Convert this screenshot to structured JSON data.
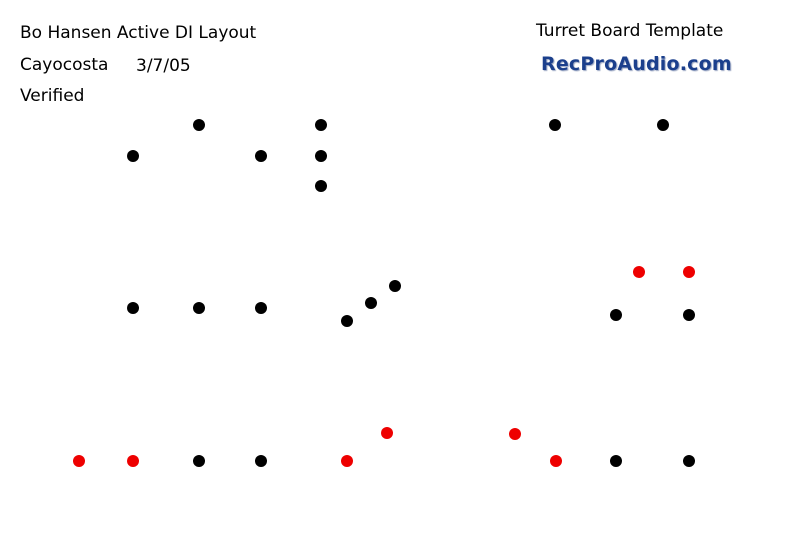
{
  "header": {
    "title": "Bo Hansen Active DI Layout",
    "location": "Cayocosta",
    "date": "3/7/05",
    "status": "Verified",
    "template_label": "Turret Board Template",
    "brand": "RecProAudio.com"
  },
  "colors": {
    "turret_default": "#000000",
    "turret_highlight": "#ee0000",
    "brand": "#1b3f8c"
  },
  "turrets": [
    {
      "id": "t1",
      "color": "black"
    },
    {
      "id": "t2",
      "color": "black"
    },
    {
      "id": "t3",
      "color": "black"
    },
    {
      "id": "t4",
      "color": "black"
    },
    {
      "id": "t5",
      "color": "black"
    },
    {
      "id": "t6",
      "color": "black"
    },
    {
      "id": "t7",
      "color": "black"
    },
    {
      "id": "t8",
      "color": "black"
    },
    {
      "id": "t9",
      "color": "black"
    },
    {
      "id": "t10",
      "color": "red"
    },
    {
      "id": "t11",
      "color": "red"
    },
    {
      "id": "t12",
      "color": "black"
    },
    {
      "id": "t13",
      "color": "black"
    },
    {
      "id": "t14",
      "color": "black"
    },
    {
      "id": "t15",
      "color": "black"
    },
    {
      "id": "t16",
      "color": "black"
    },
    {
      "id": "t17",
      "color": "black"
    },
    {
      "id": "t18",
      "color": "black"
    },
    {
      "id": "t19",
      "color": "red"
    },
    {
      "id": "t20",
      "color": "red"
    },
    {
      "id": "t21",
      "color": "red"
    },
    {
      "id": "t22",
      "color": "black"
    },
    {
      "id": "t23",
      "color": "black"
    },
    {
      "id": "t24",
      "color": "red"
    },
    {
      "id": "t25",
      "color": "red"
    },
    {
      "id": "t26",
      "color": "red"
    },
    {
      "id": "t27",
      "color": "red"
    },
    {
      "id": "t28",
      "color": "black"
    },
    {
      "id": "t29",
      "color": "black"
    }
  ]
}
